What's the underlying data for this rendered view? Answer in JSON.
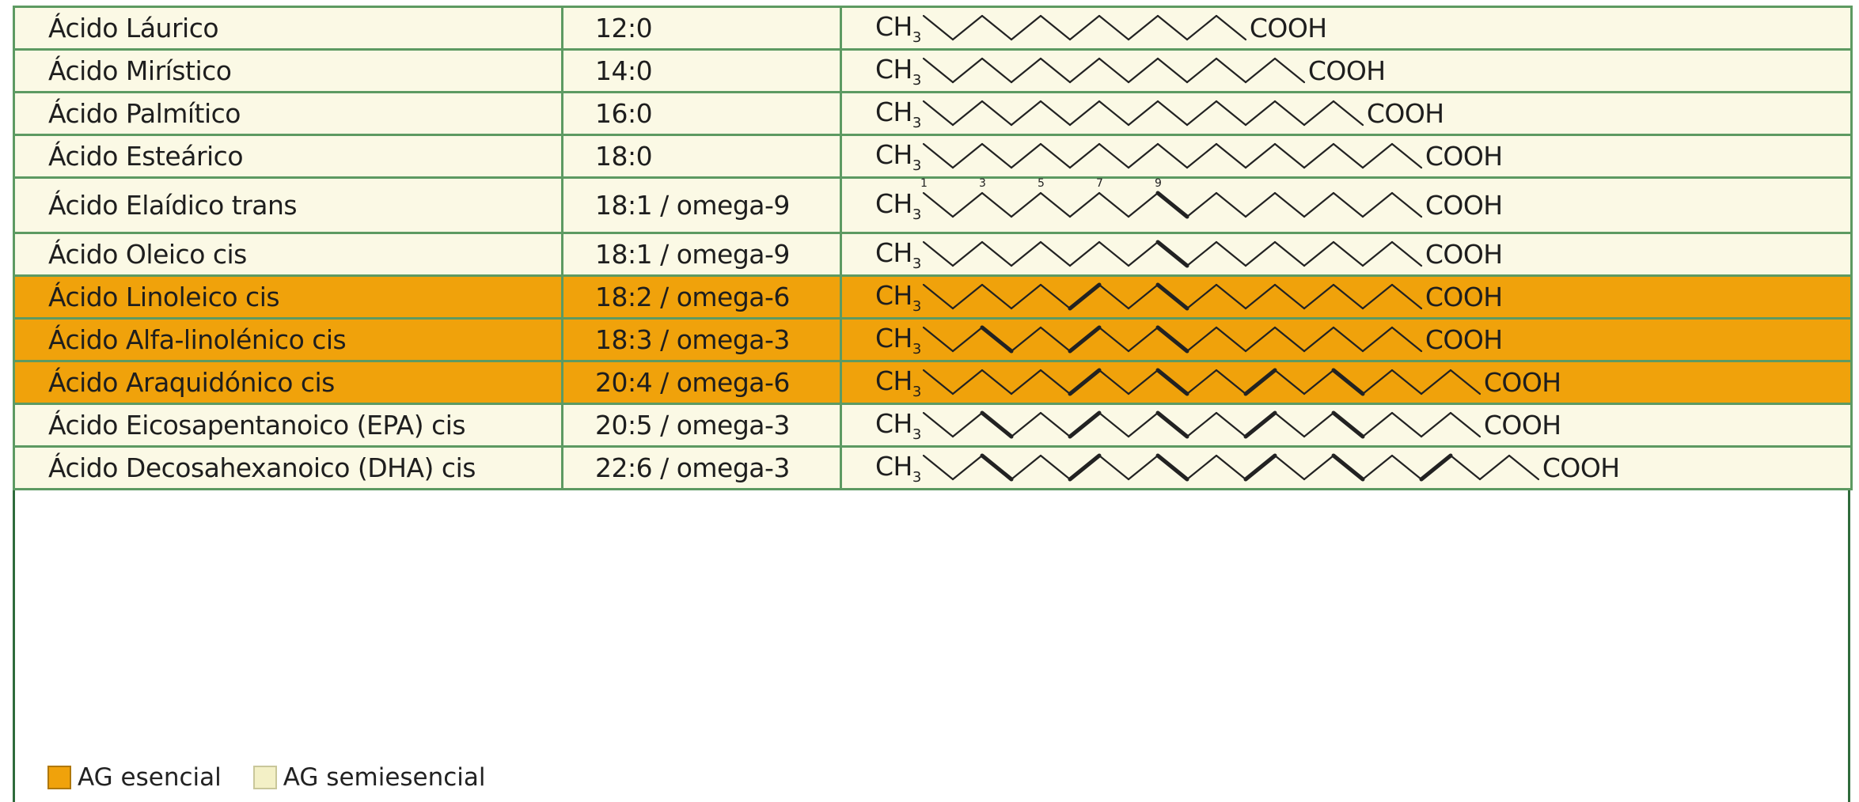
{
  "rows": [
    {
      "name": "Ácido Láurico",
      "ratio": "12:0",
      "type": "semi",
      "carbons": 12,
      "double_bonds": [],
      "numbers": []
    },
    {
      "name": "Ácido Mirístico",
      "ratio": "14:0",
      "type": "semi",
      "carbons": 14,
      "double_bonds": [],
      "numbers": []
    },
    {
      "name": "Ácido Palmítico",
      "ratio": "16:0",
      "type": "semi",
      "carbons": 16,
      "double_bonds": [],
      "numbers": []
    },
    {
      "name": "Ácido Esteárico",
      "ratio": "18:0",
      "type": "semi",
      "carbons": 18,
      "double_bonds": [],
      "numbers": []
    },
    {
      "name": "Ácido Elaídico trans",
      "ratio": "18:1 / omega-9",
      "type": "semi",
      "carbons": 18,
      "double_bonds": [
        9
      ],
      "numbers": [
        "1",
        "3",
        "5",
        "7",
        "9"
      ]
    },
    {
      "name": "Ácido Oleico cis",
      "ratio": "18:1 / omega-9",
      "type": "semi",
      "carbons": 18,
      "double_bonds": [
        9
      ],
      "numbers": []
    },
    {
      "name": "Ácido Linoleico cis",
      "ratio": "18:2 / omega-6",
      "type": "ess",
      "carbons": 18,
      "double_bonds": [
        6,
        9
      ],
      "numbers": []
    },
    {
      "name": "Ácido Alfa-linolénico cis",
      "ratio": "18:3 / omega-3",
      "type": "ess",
      "carbons": 18,
      "double_bonds": [
        3,
        6,
        9
      ],
      "numbers": []
    },
    {
      "name": "Ácido Araquidónico cis",
      "ratio": "20:4 / omega-6",
      "type": "ess",
      "carbons": 20,
      "double_bonds": [
        6,
        9,
        12,
        15
      ],
      "numbers": []
    },
    {
      "name": "Ácido Eicosapentanoico (EPA) cis",
      "ratio": "20:5 / omega-3",
      "type": "semi",
      "carbons": 20,
      "double_bonds": [
        3,
        6,
        9,
        12,
        15
      ],
      "numbers": []
    },
    {
      "name": "Ácido Decosahexanoico (DHA) cis",
      "ratio": "22:6 / omega-3",
      "type": "semi",
      "carbons": 22,
      "double_bonds": [
        3,
        6,
        9,
        12,
        15,
        18
      ],
      "numbers": []
    }
  ],
  "formula": {
    "methyl": "CH",
    "methyl_sub": "3",
    "acid": "COOH"
  },
  "legend": {
    "essential": "AG esencial",
    "semiessential": "AG semiesencial"
  },
  "colors": {
    "essential": "#f0a20b",
    "semiessential": "#fbf9e5",
    "border": "#5d9a62"
  }
}
